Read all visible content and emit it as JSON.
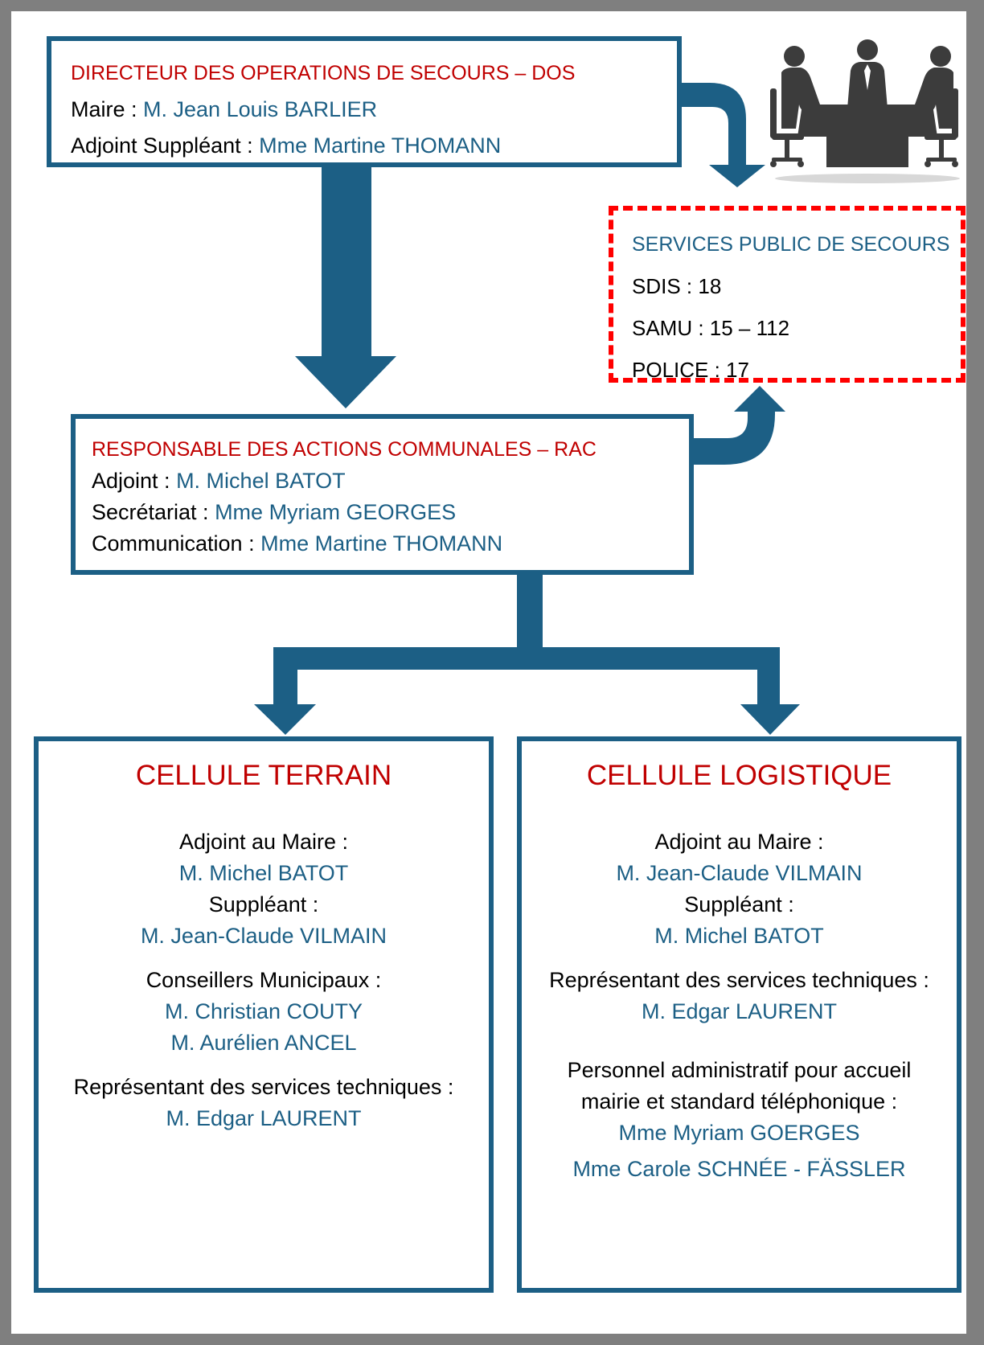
{
  "dos": {
    "title": "DIRECTEUR DES OPERATIONS DE SECOURS – DOS",
    "maire_label": "Maire : ",
    "maire_name": "M. Jean Louis BARLIER",
    "suppleant_label": "Adjoint Suppléant : ",
    "suppleant_name": "Mme Martine THOMANN"
  },
  "services": {
    "title": "SERVICES PUBLIC DE SECOURS",
    "lines": [
      "SDIS : 18",
      "SAMU : 15 – 112",
      "POLICE :  17"
    ]
  },
  "rac": {
    "title": "RESPONSABLE DES ACTIONS COMMUNALES – RAC",
    "adjoint_label": "Adjoint : ",
    "adjoint_name": "M. Michel BATOT",
    "secretariat_label": "Secrétariat : ",
    "secretariat_name": "Mme Myriam GEORGES",
    "communication_label": "Communication : ",
    "communication_name": "Mme Martine THOMANN"
  },
  "terrain": {
    "title": "CELLULE TERRAIN",
    "adjoint_label": "Adjoint au Maire :",
    "adjoint_name": "M. Michel BATOT",
    "suppleant_label": "Suppléant :",
    "suppleant_name": "M. Jean-Claude VILMAIN",
    "conseillers_label": "Conseillers Municipaux :",
    "conseillers_names": [
      "M. Christian COUTY",
      "M. Aurélien ANCEL"
    ],
    "representant_label": "Représentant des services techniques :",
    "representant_name": "M. Edgar LAURENT"
  },
  "logistique": {
    "title": "CELLULE LOGISTIQUE",
    "adjoint_label": "Adjoint au Maire :",
    "adjoint_name": "M. Jean-Claude VILMAIN",
    "suppleant_label": "Suppléant :",
    "suppleant_name": "M. Michel BATOT",
    "representant_label": "Représentant des services techniques :",
    "representant_name": "M. Edgar LAURENT",
    "personnel_label_1": "Personnel administratif pour accueil",
    "personnel_label_2": "mairie et standard téléphonique :",
    "personnel_names": [
      "Mme Myriam GOERGES",
      "Mme Carole SCHNÉE - FÄSSLER"
    ]
  },
  "colors": {
    "frame": "#7f7f7f",
    "box_border": "#1c5f85",
    "arrow": "#1c5f85",
    "title_red": "#c00000",
    "name_blue": "#1c5f85",
    "dashed_red": "#ff0000"
  },
  "icons": {
    "meeting": "meeting-table-icon"
  }
}
